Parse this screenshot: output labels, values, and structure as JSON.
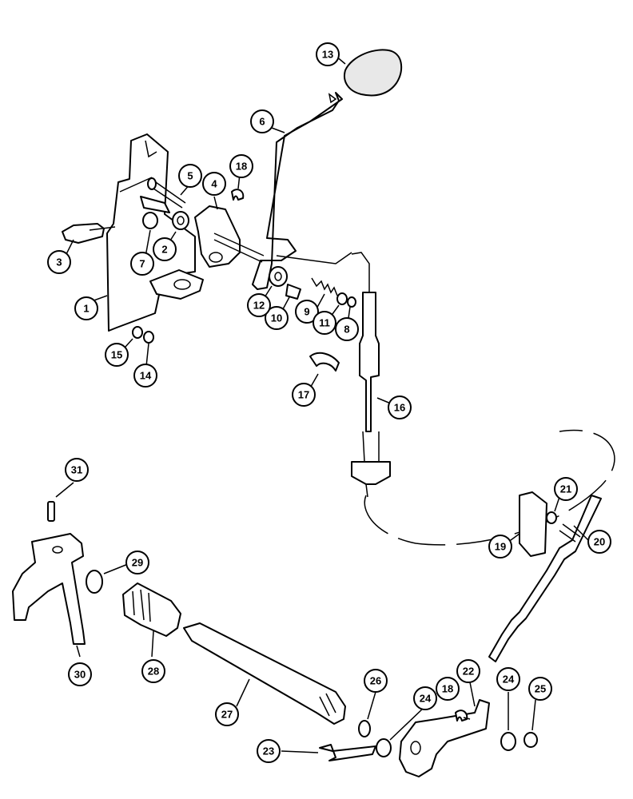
{
  "callouts": [
    {
      "id": "1",
      "label": "1"
    },
    {
      "id": "2",
      "label": "2"
    },
    {
      "id": "3",
      "label": "3"
    },
    {
      "id": "4",
      "label": "4"
    },
    {
      "id": "5",
      "label": "5"
    },
    {
      "id": "6",
      "label": "6"
    },
    {
      "id": "7",
      "label": "7"
    },
    {
      "id": "8",
      "label": "8"
    },
    {
      "id": "9",
      "label": "9"
    },
    {
      "id": "10",
      "label": "10"
    },
    {
      "id": "11",
      "label": "11"
    },
    {
      "id": "12",
      "label": "12"
    },
    {
      "id": "13",
      "label": "13"
    },
    {
      "id": "14",
      "label": "14"
    },
    {
      "id": "15",
      "label": "15"
    },
    {
      "id": "16",
      "label": "16"
    },
    {
      "id": "17",
      "label": "17"
    },
    {
      "id": "18a",
      "label": "18"
    },
    {
      "id": "18b",
      "label": "18"
    },
    {
      "id": "19",
      "label": "19"
    },
    {
      "id": "20",
      "label": "20"
    },
    {
      "id": "21",
      "label": "21"
    },
    {
      "id": "22",
      "label": "22"
    },
    {
      "id": "23",
      "label": "23"
    },
    {
      "id": "24a",
      "label": "24"
    },
    {
      "id": "24b",
      "label": "24"
    },
    {
      "id": "25",
      "label": "25"
    },
    {
      "id": "26",
      "label": "26"
    },
    {
      "id": "27",
      "label": "27"
    },
    {
      "id": "28",
      "label": "28"
    },
    {
      "id": "29",
      "label": "29"
    },
    {
      "id": "30",
      "label": "30"
    },
    {
      "id": "31",
      "label": "31"
    }
  ]
}
